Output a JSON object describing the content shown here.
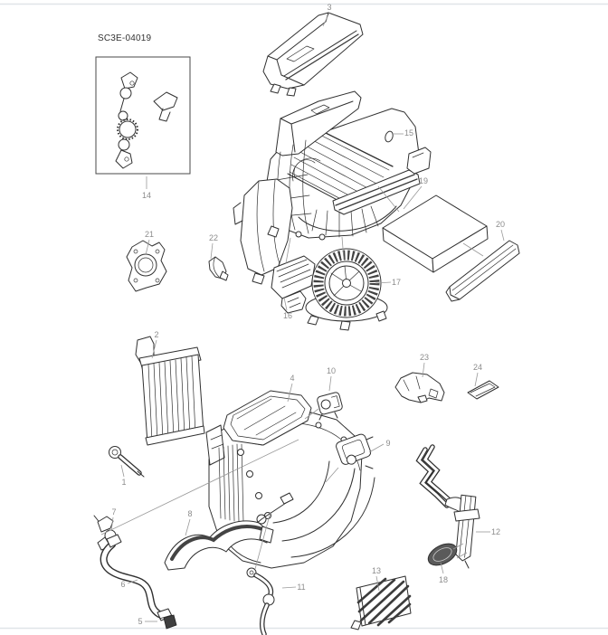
{
  "diagram": {
    "code": "SC3E-04019",
    "background": "#ffffff",
    "line_color": "#303030",
    "label_color": "#8c8c8c",
    "leader_color": "#9a9a9a",
    "border_color": "#e0e4e8"
  },
  "parts": [
    {
      "num": "1",
      "label": [
        137,
        533
      ],
      "leader": [
        [
          137,
          527
        ],
        [
          134,
          514
        ]
      ]
    },
    {
      "num": "2",
      "label": [
        173,
        370
      ],
      "leader": [
        [
          173,
          376
        ],
        [
          168,
          396
        ]
      ]
    },
    {
      "num": "3",
      "label": [
        364,
        8
      ],
      "leader": [
        [
          364,
          14
        ],
        [
          357,
          29
        ]
      ]
    },
    {
      "num": "4",
      "label": [
        323,
        418
      ],
      "leader": [
        [
          323,
          424
        ],
        [
          318,
          444
        ]
      ]
    },
    {
      "num": "5",
      "label": [
        155,
        687
      ],
      "leader": [
        [
          160,
          687
        ],
        [
          174,
          687
        ]
      ]
    },
    {
      "num": "6",
      "label": [
        136,
        646
      ],
      "leader": [
        [
          141,
          645
        ],
        [
          152,
          641
        ]
      ]
    },
    {
      "num": "7",
      "label": [
        126,
        566
      ],
      "leader": [
        [
          125,
          572
        ],
        [
          123,
          587
        ]
      ]
    },
    {
      "num": "8",
      "label": [
        210,
        568
      ],
      "leader": [
        [
          210,
          574
        ],
        [
          205,
          592
        ]
      ]
    },
    {
      "num": "9",
      "label": [
        429,
        490
      ],
      "leader": [
        [
          424,
          491
        ],
        [
          408,
          500
        ]
      ]
    },
    {
      "num": "10",
      "label": [
        366,
        410
      ],
      "leader": [
        [
          366,
          416
        ],
        [
          364,
          432
        ]
      ]
    },
    {
      "num": "11",
      "label": [
        333,
        649
      ],
      "leader": [
        [
          327,
          649
        ],
        [
          312,
          650
        ]
      ]
    },
    {
      "num": "12",
      "label": [
        548,
        588
      ],
      "leader": [
        [
          542,
          588
        ],
        [
          526,
          588
        ]
      ]
    },
    {
      "num": "13",
      "label": [
        416,
        631
      ],
      "leader": [
        [
          416,
          637
        ],
        [
          419,
          653
        ]
      ]
    },
    {
      "num": "14",
      "label": [
        162,
        216
      ],
      "leader": [
        [
          162,
          195
        ],
        [
          162,
          209
        ]
      ]
    },
    {
      "num": "15",
      "label": [
        452,
        147
      ],
      "leader": [
        [
          446,
          148
        ],
        [
          433,
          148
        ]
      ]
    },
    {
      "num": "16",
      "label": [
        318,
        349
      ],
      "leader": [
        [
          317,
          343
        ],
        [
          314,
          329
        ]
      ]
    },
    {
      "num": "17",
      "label": [
        438,
        312
      ],
      "leader": [
        [
          432,
          312
        ],
        [
          415,
          313
        ]
      ]
    },
    {
      "num": "18",
      "label": [
        490,
        641
      ],
      "leader": [
        [
          490,
          634
        ],
        [
          487,
          622
        ]
      ]
    },
    {
      "num": "19",
      "label": [
        468,
        200
      ],
      "leader": [
        [
          466,
          206
        ],
        [
          446,
          231
        ]
      ]
    },
    {
      "num": "20",
      "label": [
        553,
        248
      ],
      "leader": [
        [
          554,
          254
        ],
        [
          557,
          266
        ]
      ]
    },
    {
      "num": "21",
      "label": [
        165,
        259
      ],
      "leader": [
        [
          165,
          265
        ],
        [
          161,
          282
        ]
      ]
    },
    {
      "num": "22",
      "label": [
        236,
        263
      ],
      "leader": [
        [
          235,
          269
        ],
        [
          233,
          286
        ]
      ]
    },
    {
      "num": "23",
      "label": [
        469,
        395
      ],
      "leader": [
        [
          469,
          401
        ],
        [
          467,
          417
        ]
      ]
    },
    {
      "num": "24",
      "label": [
        528,
        406
      ],
      "leader": [
        [
          528,
          412
        ],
        [
          525,
          427
        ]
      ]
    }
  ]
}
